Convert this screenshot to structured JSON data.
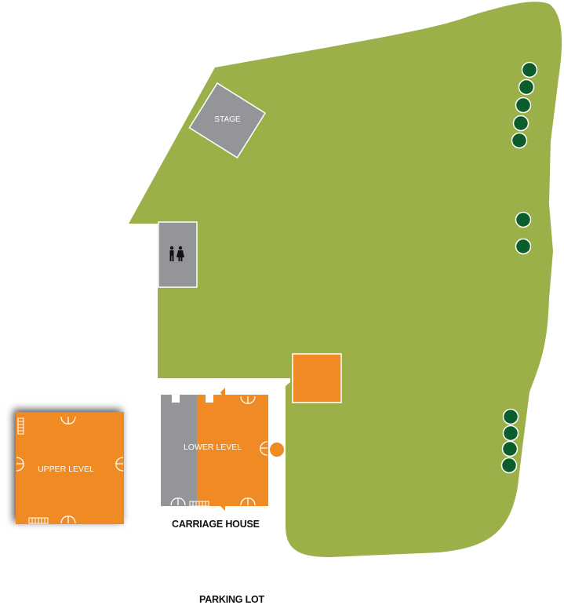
{
  "labels": {
    "stage": "STAGE",
    "lower_level": "LOWER LEVEL",
    "upper_level": "UPPER LEVEL",
    "carriage_house": "CARRIAGE HOUSE",
    "parking_lot": "PARKING LOT"
  },
  "icons": {
    "restroom": "restroom-icon",
    "tree": "tree-icon",
    "door": "door-icon",
    "stairs": "stairs-icon"
  },
  "colors": {
    "lawn": "#9bb048",
    "building": "#f08a24",
    "gray_structure": "#939598",
    "tree": "#0b5e2c",
    "text_dark": "#111111"
  }
}
